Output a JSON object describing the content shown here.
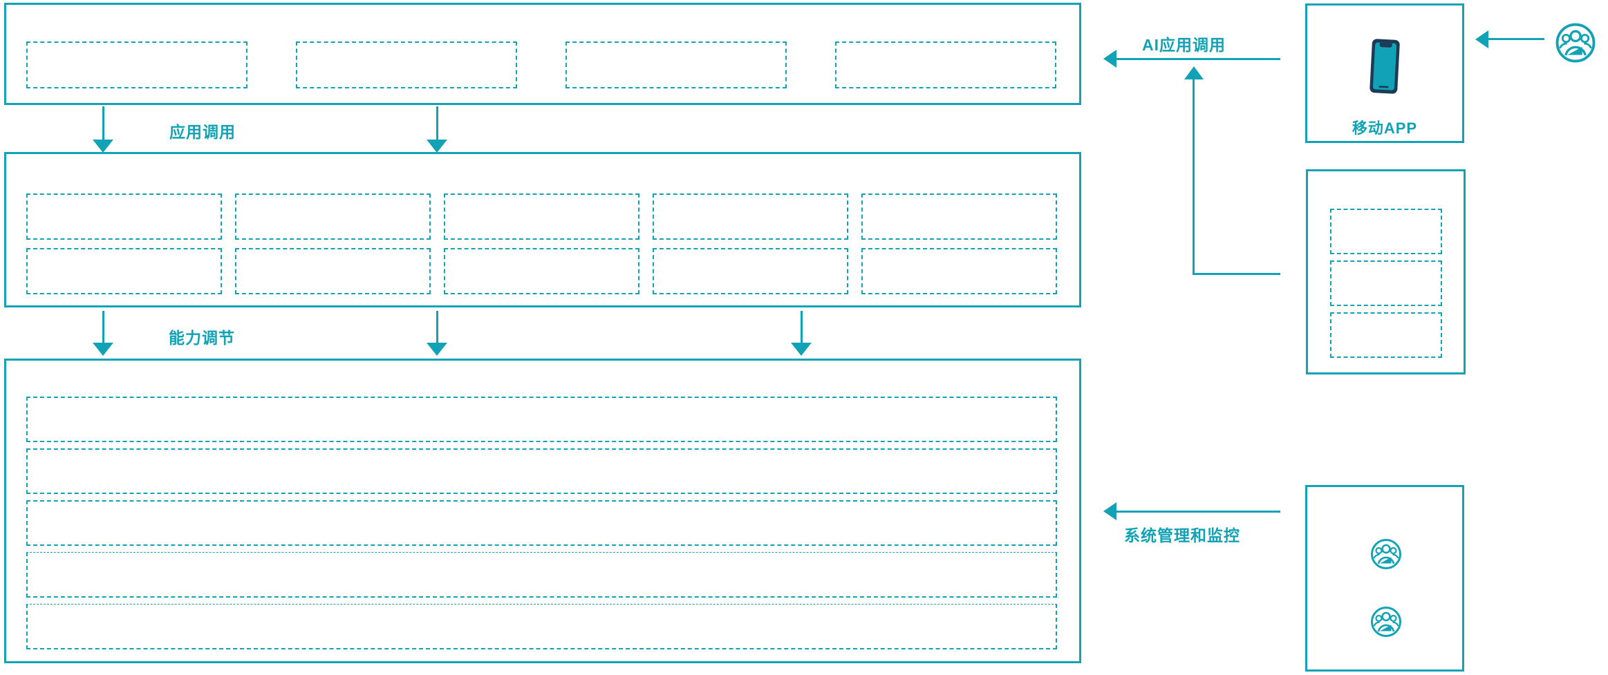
{
  "colors": {
    "teal": "#11A3B5",
    "navy": "#1D3A56"
  },
  "flow_labels": {
    "app_call": "应用调用",
    "capability_adjust": "能力调节",
    "ai_app_call": "AI应用调用",
    "system_management": "系统管理和监控"
  },
  "right_panel": {
    "mobile_app_label": "移动APP"
  },
  "icons": {
    "phone": "mobile-phone-icon",
    "user_group": "user-group-icon"
  },
  "diagram": {
    "app_layer_slots": 4,
    "platform_layer_slots": 10,
    "capability_layer_rows": 5,
    "business_system_slots": 3,
    "operator_icons": 2
  }
}
